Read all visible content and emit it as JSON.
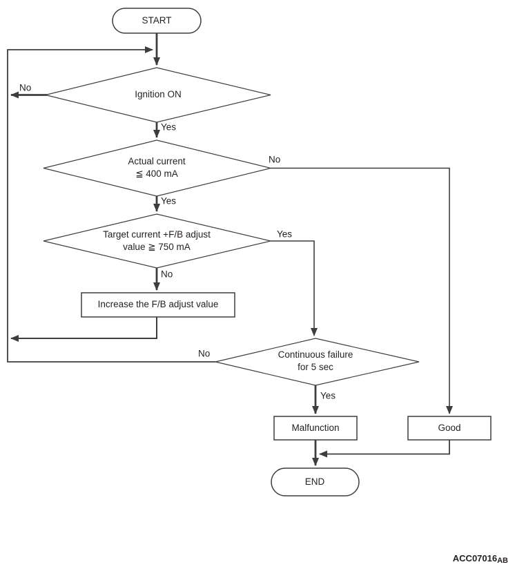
{
  "diagram": {
    "figure_code": {
      "main": "ACC07016",
      "suffix": "AB"
    },
    "colors": {
      "line": "#3d3d3f",
      "text": "#231f20",
      "node_fill": "#ffffff",
      "background": "#ffffff"
    },
    "nodes": {
      "start": {
        "type": "terminator",
        "label": "START"
      },
      "ignition": {
        "type": "decision",
        "label": "Ignition ON"
      },
      "actual_current": {
        "type": "decision",
        "line1": "Actual current",
        "line2": "≦ 400 mA"
      },
      "target_current": {
        "type": "decision",
        "line1": "Target current +F/B adjust",
        "line2": "value ≧ 750 mA"
      },
      "increase_fb": {
        "type": "process",
        "label": "Increase the F/B adjust value"
      },
      "continuous_failure": {
        "type": "decision",
        "line1": "Continuous failure",
        "line2": "for 5 sec"
      },
      "malfunction": {
        "type": "process",
        "label": "Malfunction"
      },
      "good": {
        "type": "process",
        "label": "Good"
      },
      "end": {
        "type": "terminator",
        "label": "END"
      }
    },
    "edge_labels": {
      "ignition_no": "No",
      "ignition_yes": "Yes",
      "actual_current_no": "No",
      "actual_current_yes": "Yes",
      "target_current_yes": "Yes",
      "target_current_no": "No",
      "continuous_failure_no": "No",
      "continuous_failure_yes": "Yes"
    }
  }
}
